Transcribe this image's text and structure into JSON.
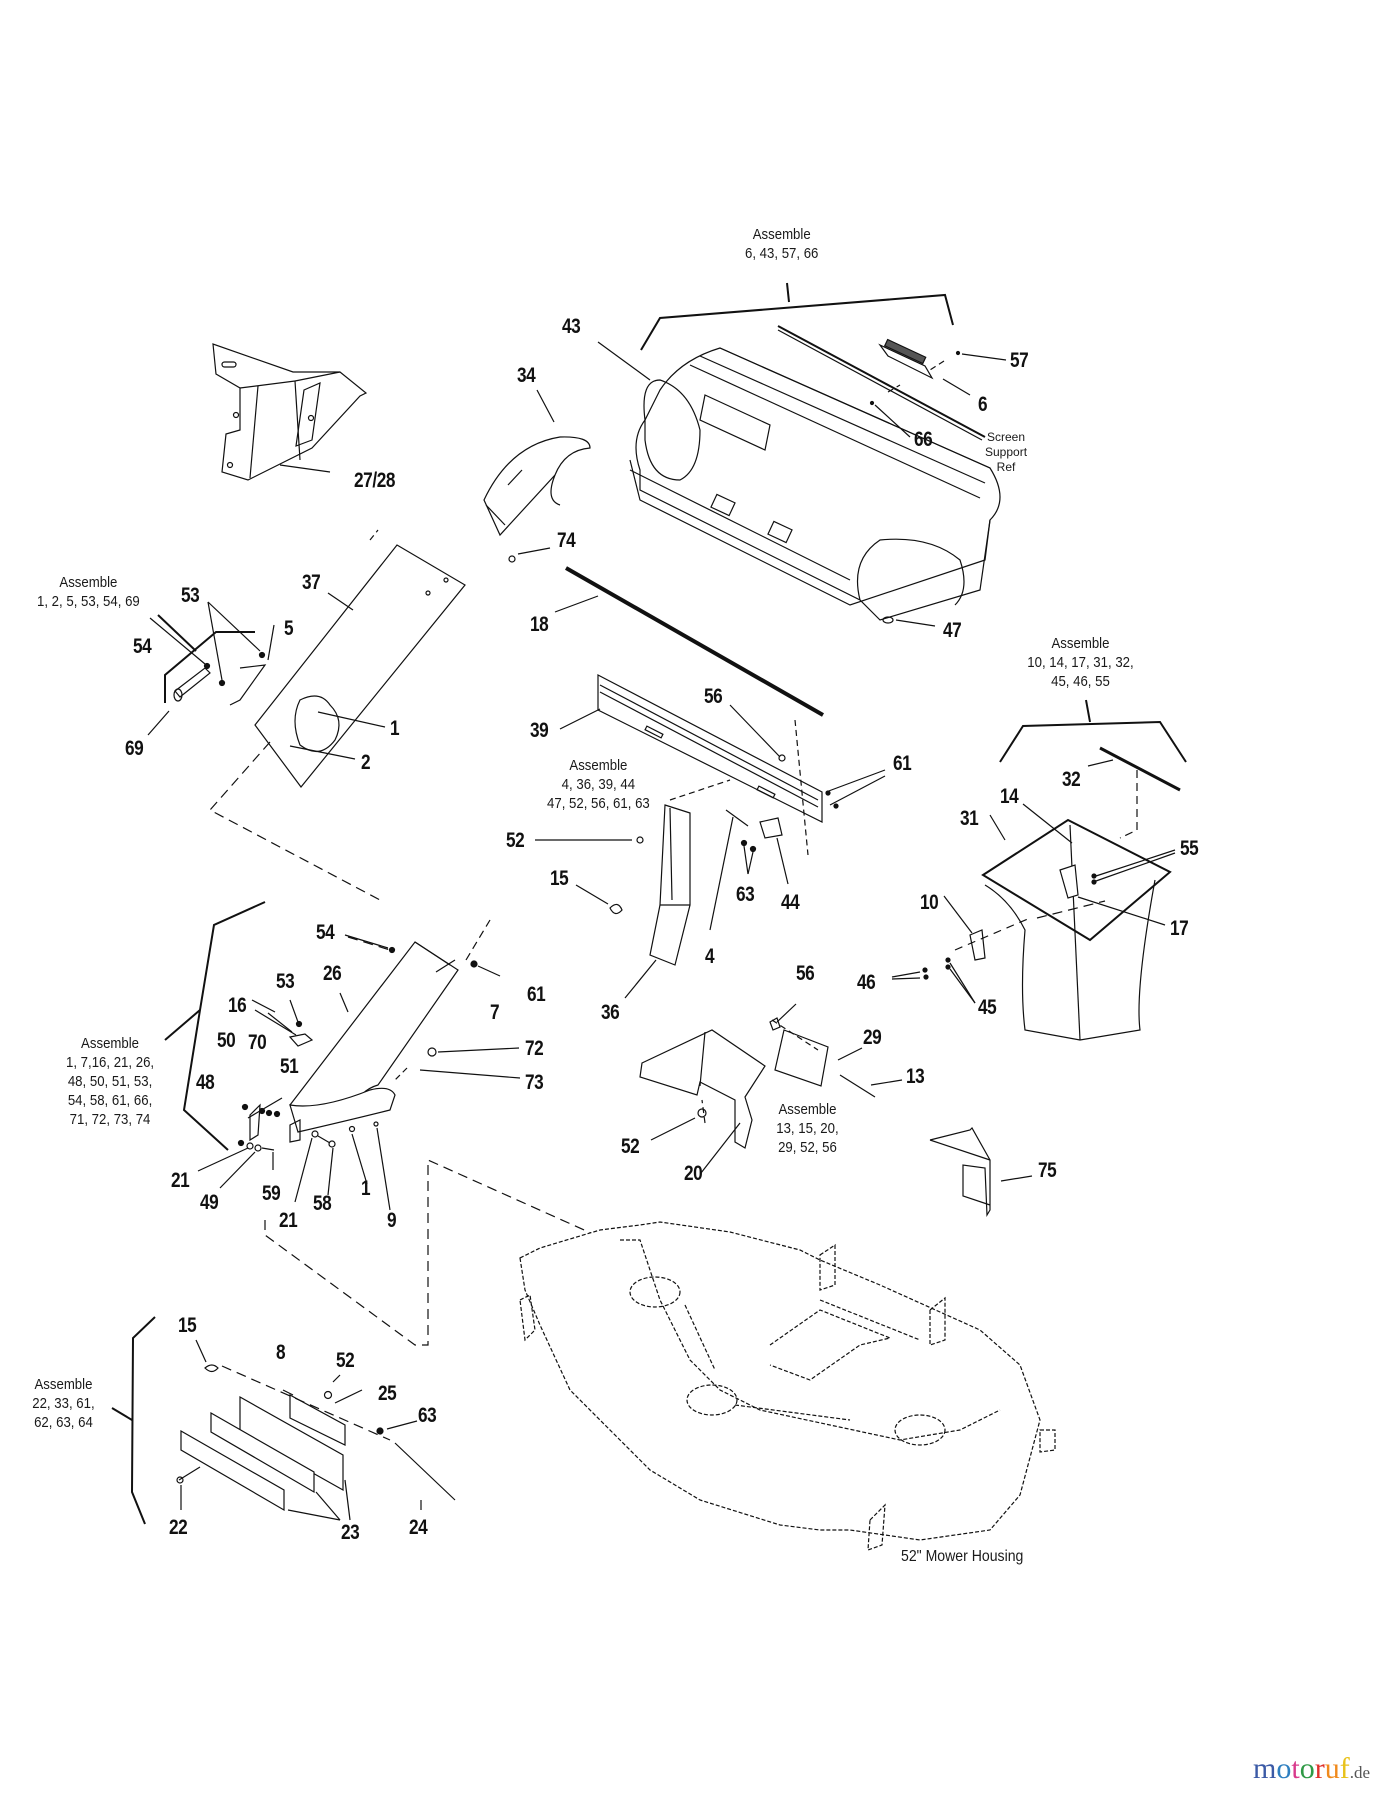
{
  "assemblies": {
    "grass_bag_cover": {
      "heading": "Assemble",
      "items": "6, 43, 57, 66"
    },
    "lower_chute_bracket": {
      "heading": "Assemble",
      "items": "1, 2, 5, 53, 54, 69"
    },
    "support_bar": {
      "heading": "Assemble",
      "lines": [
        "4, 36, 39, 44",
        "47, 52, 56, 61, 63"
      ]
    },
    "bag_frame": {
      "heading": "Assemble",
      "lines": [
        "10, 14, 17, 31, 32,",
        "45, 46, 55"
      ]
    },
    "chute": {
      "heading": "Assemble",
      "lines": [
        "1, 7,16, 21, 26,",
        "48, 50, 51, 53,",
        "54, 58, 61, 66,",
        "71, 72, 73, 74"
      ]
    },
    "mount_bracket": {
      "heading": "Assemble",
      "lines": [
        "13, 15, 20,",
        "29, 52, 56"
      ]
    },
    "weight_kit": {
      "heading": "Assemble",
      "lines": [
        "22, 33, 61,",
        "62, 63, 64"
      ]
    }
  },
  "notes": {
    "screen_support": [
      "Screen",
      "Support",
      "Ref"
    ],
    "mower_housing": "52\" Mower Housing"
  },
  "callouts": [
    {
      "id": "c43",
      "label": "43"
    },
    {
      "id": "c57",
      "label": "57"
    },
    {
      "id": "c6",
      "label": "6"
    },
    {
      "id": "c66",
      "label": "66"
    },
    {
      "id": "c34",
      "label": "34"
    },
    {
      "id": "c2728",
      "label": "27/28"
    },
    {
      "id": "c74",
      "label": "74"
    },
    {
      "id": "c37",
      "label": "37"
    },
    {
      "id": "c18",
      "label": "18"
    },
    {
      "id": "c47",
      "label": "47"
    },
    {
      "id": "c53a",
      "label": "53"
    },
    {
      "id": "c5",
      "label": "5"
    },
    {
      "id": "c54a",
      "label": "54"
    },
    {
      "id": "c69",
      "label": "69"
    },
    {
      "id": "c1a",
      "label": "1"
    },
    {
      "id": "c2",
      "label": "2"
    },
    {
      "id": "c39",
      "label": "39"
    },
    {
      "id": "c56a",
      "label": "56"
    },
    {
      "id": "c61a",
      "label": "61"
    },
    {
      "id": "c52a",
      "label": "52"
    },
    {
      "id": "c15a",
      "label": "15"
    },
    {
      "id": "c63a",
      "label": "63"
    },
    {
      "id": "c44",
      "label": "44"
    },
    {
      "id": "c4",
      "label": "4"
    },
    {
      "id": "c36",
      "label": "36"
    },
    {
      "id": "c32",
      "label": "32"
    },
    {
      "id": "c14",
      "label": "14"
    },
    {
      "id": "c31",
      "label": "31"
    },
    {
      "id": "c55",
      "label": "55"
    },
    {
      "id": "c10",
      "label": "10"
    },
    {
      "id": "c17",
      "label": "17"
    },
    {
      "id": "c46",
      "label": "46"
    },
    {
      "id": "c45",
      "label": "45"
    },
    {
      "id": "c54b",
      "label": "54"
    },
    {
      "id": "c26",
      "label": "26"
    },
    {
      "id": "c53b",
      "label": "53"
    },
    {
      "id": "c16",
      "label": "16"
    },
    {
      "id": "c7",
      "label": "7"
    },
    {
      "id": "c61b",
      "label": "61"
    },
    {
      "id": "c72",
      "label": "72"
    },
    {
      "id": "c73",
      "label": "73"
    },
    {
      "id": "c50",
      "label": "50"
    },
    {
      "id": "c70",
      "label": "70"
    },
    {
      "id": "c51",
      "label": "51"
    },
    {
      "id": "c48",
      "label": "48"
    },
    {
      "id": "c21a",
      "label": "21"
    },
    {
      "id": "c49",
      "label": "49"
    },
    {
      "id": "c59",
      "label": "59"
    },
    {
      "id": "c21b",
      "label": "21"
    },
    {
      "id": "c58",
      "label": "58"
    },
    {
      "id": "c1b",
      "label": "1"
    },
    {
      "id": "c9",
      "label": "9"
    },
    {
      "id": "c56b",
      "label": "56"
    },
    {
      "id": "c29",
      "label": "29"
    },
    {
      "id": "c13",
      "label": "13"
    },
    {
      "id": "c52b",
      "label": "52"
    },
    {
      "id": "c20",
      "label": "20"
    },
    {
      "id": "c75",
      "label": "75"
    },
    {
      "id": "c15b",
      "label": "15"
    },
    {
      "id": "c8",
      "label": "8"
    },
    {
      "id": "c52c",
      "label": "52"
    },
    {
      "id": "c25",
      "label": "25"
    },
    {
      "id": "c63b",
      "label": "63"
    },
    {
      "id": "c22",
      "label": "22"
    },
    {
      "id": "c23",
      "label": "23"
    },
    {
      "id": "c24",
      "label": "24"
    }
  ],
  "watermark": {
    "letters": [
      "m",
      "o",
      "t",
      "o",
      "r",
      "u",
      "f"
    ],
    "colors": [
      "#3b5aa6",
      "#2e7fc0",
      "#d83a8c",
      "#2f9a46",
      "#e0312b",
      "#f08a1c",
      "#e8c21a"
    ],
    "suffix": ".de"
  }
}
